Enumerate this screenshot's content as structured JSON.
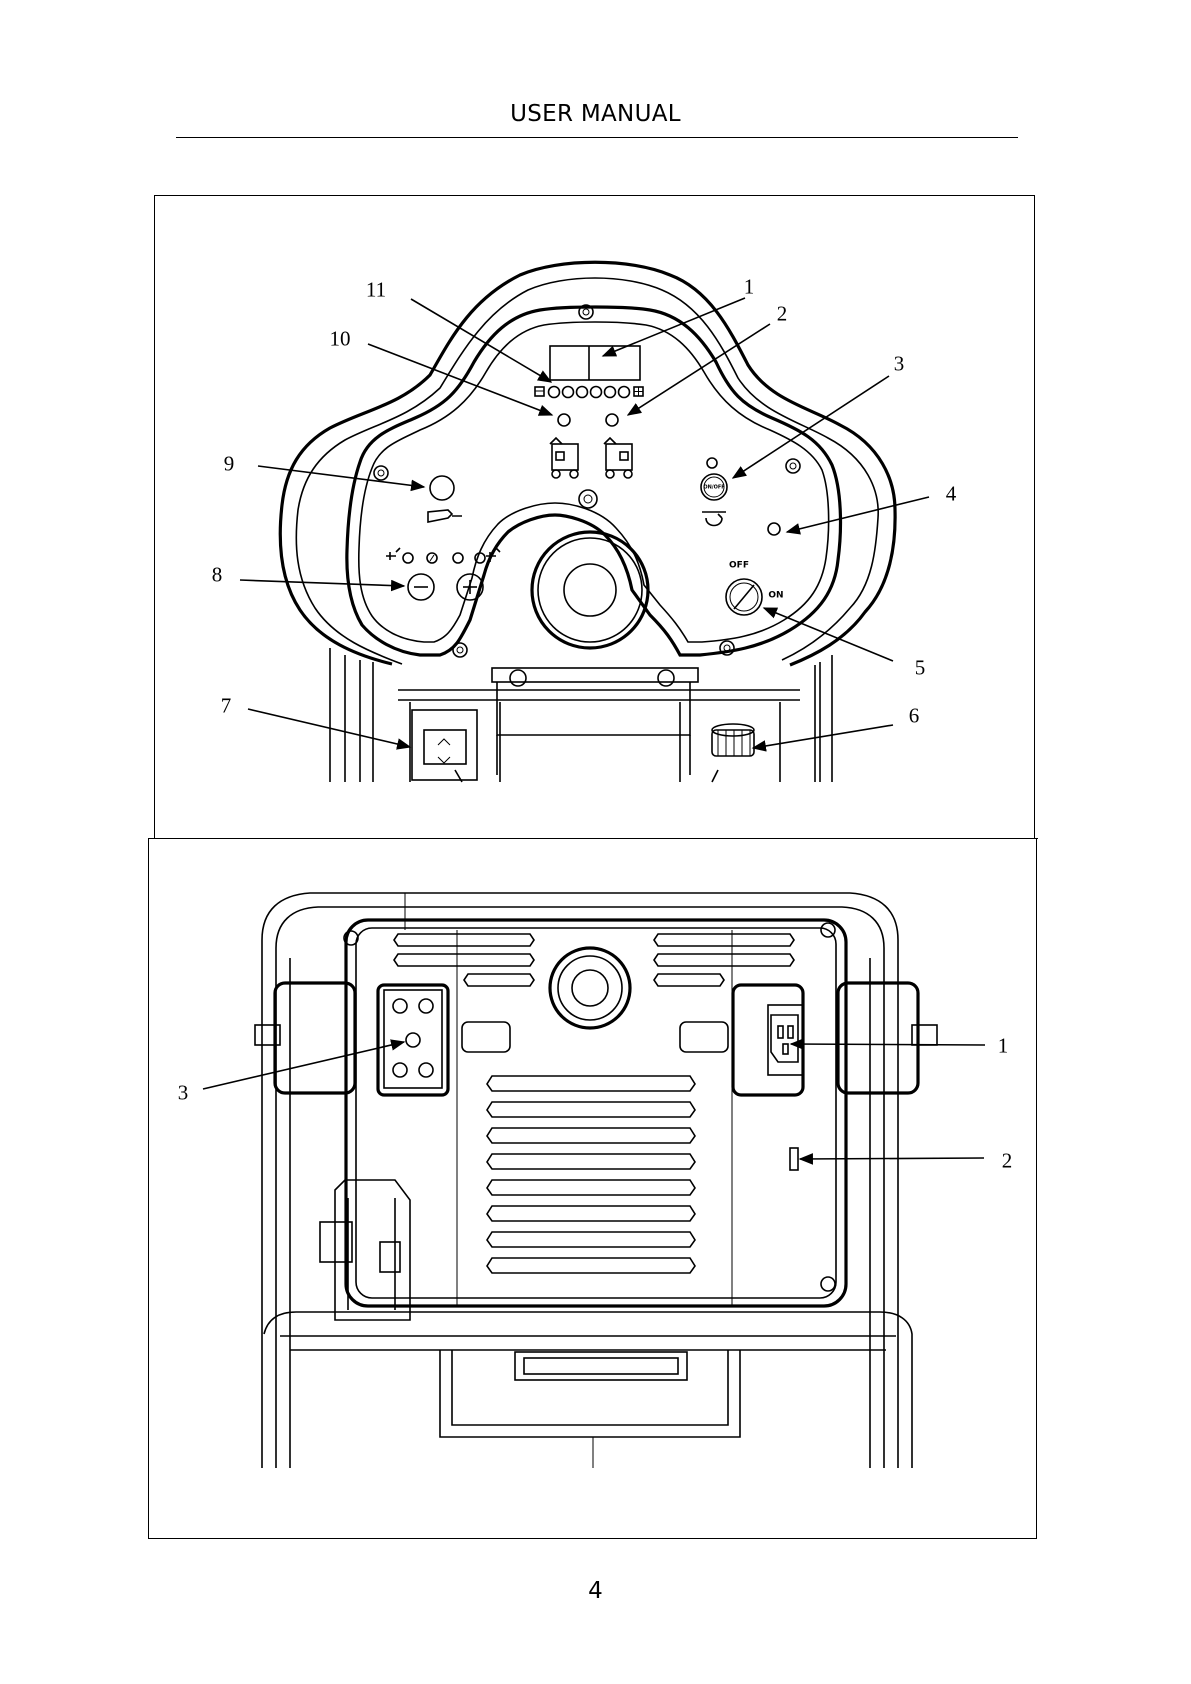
{
  "header": {
    "title": "USER MANUAL"
  },
  "top_figure": {
    "callouts": [
      "1",
      "2",
      "3",
      "4",
      "5",
      "6",
      "7",
      "8",
      "9",
      "10",
      "11"
    ],
    "switch_labels": {
      "off": "OFF",
      "on": "ON"
    },
    "button_label": "ON/OFF"
  },
  "bottom_figure": {
    "callouts": [
      "1",
      "2",
      "3"
    ]
  },
  "footer": {
    "page_number": "4"
  }
}
